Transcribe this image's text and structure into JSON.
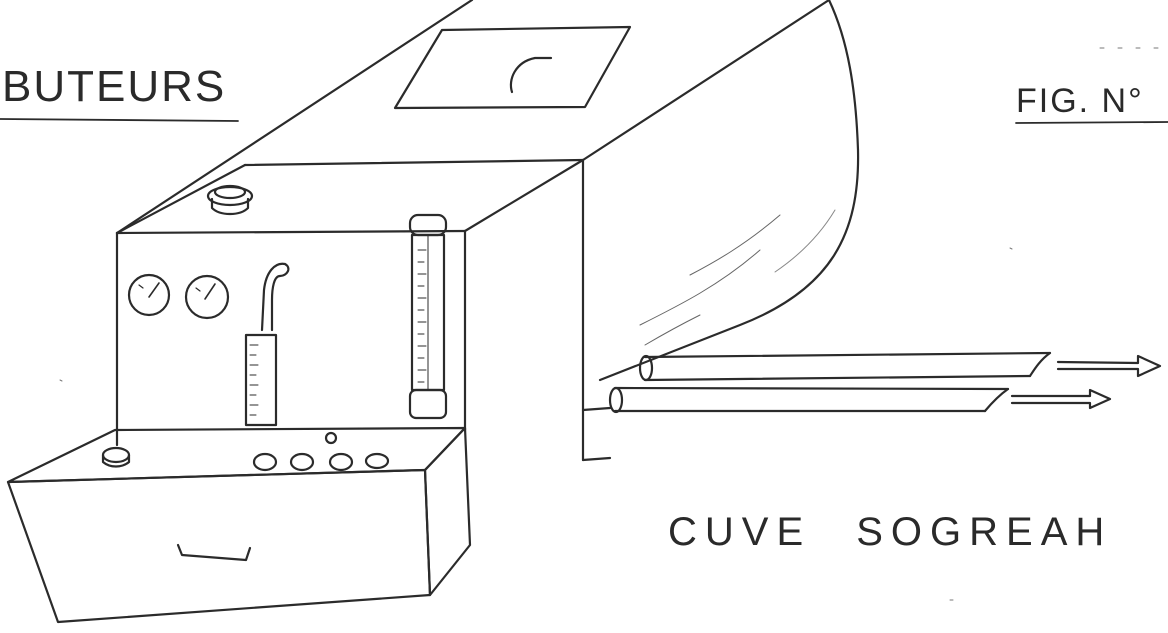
{
  "labels": {
    "title_left": "BUTEURS",
    "title_right": "FIG. N°",
    "caption": "CUVE SOGREAH"
  },
  "colors": {
    "ink": "#2b2b2b",
    "paper": "#ffffff"
  }
}
